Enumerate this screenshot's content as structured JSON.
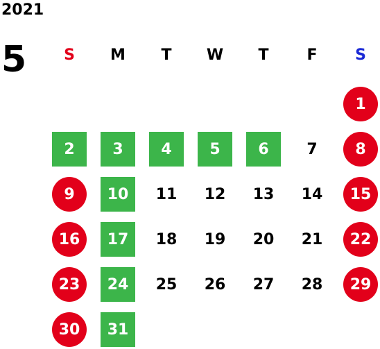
{
  "year": "2021",
  "month": "5",
  "weekdays": [
    "S",
    "M",
    "T",
    "W",
    "T",
    "F",
    "S"
  ],
  "colors": {
    "sunday_text": "#e2001a",
    "saturday_text": "#1a29d6",
    "holiday_red": "#e2001a",
    "highlight_green": "#3cb54a"
  },
  "weeks": [
    [
      null,
      null,
      null,
      null,
      null,
      null,
      {
        "n": "1",
        "s": "red"
      }
    ],
    [
      {
        "n": "2",
        "s": "green"
      },
      {
        "n": "3",
        "s": "green"
      },
      {
        "n": "4",
        "s": "green"
      },
      {
        "n": "5",
        "s": "green"
      },
      {
        "n": "6",
        "s": "green"
      },
      {
        "n": "7",
        "s": ""
      },
      {
        "n": "8",
        "s": "red"
      }
    ],
    [
      {
        "n": "9",
        "s": "red"
      },
      {
        "n": "10",
        "s": "green"
      },
      {
        "n": "11",
        "s": ""
      },
      {
        "n": "12",
        "s": ""
      },
      {
        "n": "13",
        "s": ""
      },
      {
        "n": "14",
        "s": ""
      },
      {
        "n": "15",
        "s": "red"
      }
    ],
    [
      {
        "n": "16",
        "s": "red"
      },
      {
        "n": "17",
        "s": "green"
      },
      {
        "n": "18",
        "s": ""
      },
      {
        "n": "19",
        "s": ""
      },
      {
        "n": "20",
        "s": ""
      },
      {
        "n": "21",
        "s": ""
      },
      {
        "n": "22",
        "s": "red"
      }
    ],
    [
      {
        "n": "23",
        "s": "red"
      },
      {
        "n": "24",
        "s": "green"
      },
      {
        "n": "25",
        "s": ""
      },
      {
        "n": "26",
        "s": ""
      },
      {
        "n": "27",
        "s": ""
      },
      {
        "n": "28",
        "s": ""
      },
      {
        "n": "29",
        "s": "red"
      }
    ],
    [
      {
        "n": "30",
        "s": "red"
      },
      {
        "n": "31",
        "s": "green"
      },
      null,
      null,
      null,
      null,
      null
    ]
  ]
}
